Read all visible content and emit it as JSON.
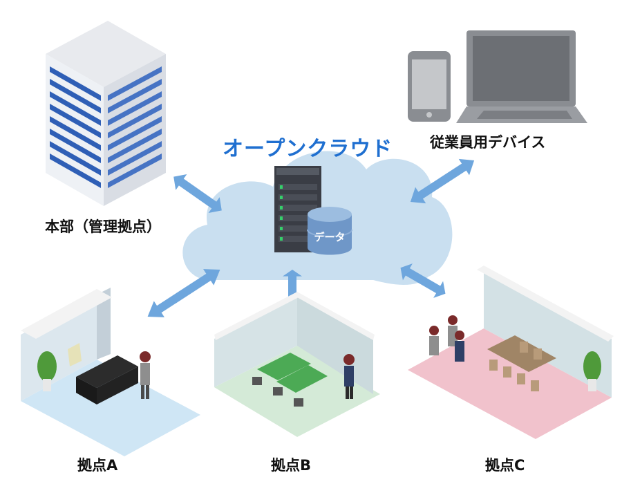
{
  "cloud": {
    "title": "オープンクラウド",
    "storage_label": "データ"
  },
  "nodes": {
    "hq": {
      "label": "本部（管理拠点）"
    },
    "devices": {
      "label": "従業員用デバイス"
    },
    "site_a": {
      "label": "拠点A"
    },
    "site_b": {
      "label": "拠点B"
    },
    "site_c": {
      "label": "拠点C"
    }
  },
  "colors": {
    "cloud": "#c9dff0",
    "title": "#1f6fd0",
    "arrow": "#6ea6dd",
    "building_blue": "#2f5fb6",
    "floor_a": "#cfe6f5",
    "floor_b": "#d4ead7",
    "floor_c": "#f1c2cc"
  }
}
